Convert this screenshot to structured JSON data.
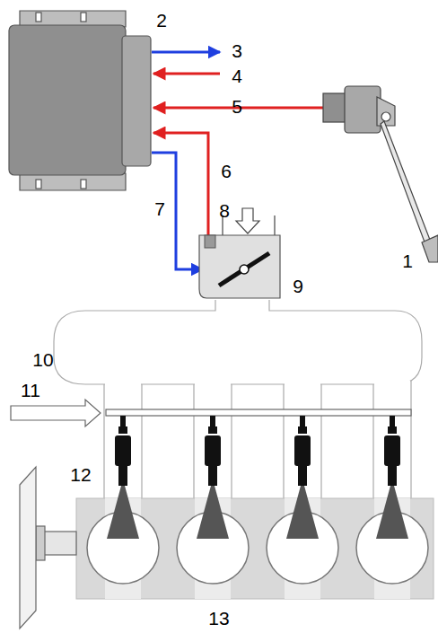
{
  "diagram": {
    "labels": [
      "2",
      "3",
      "4",
      "5",
      "6",
      "1",
      "8",
      "7",
      "9",
      "10",
      "11",
      "12",
      "13"
    ]
  }
}
